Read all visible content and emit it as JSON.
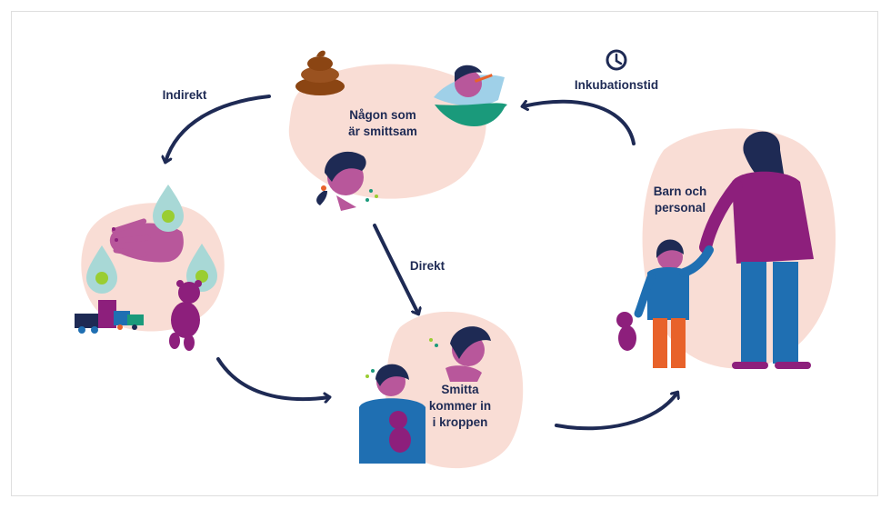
{
  "labels": {
    "source_line1": "Någon som",
    "source_line2": "är smittsam",
    "indirect": "Indirekt",
    "direct": "Direkt",
    "incubation": "Inkubationstid",
    "entry_line1": "Smitta",
    "entry_line2": "kommer in",
    "entry_line3": "i kroppen",
    "host_line1": "Barn och",
    "host_line2": "personal"
  },
  "colors": {
    "blob": "#f9ddd5",
    "arrow": "#1e2a54",
    "skin": "#b8579b",
    "hair": "#1e2a54",
    "purple": "#8d1f7c",
    "blue": "#1f6fb2",
    "orange": "#e8622a",
    "teal": "#1a9a7b",
    "poop": "#8b4513",
    "germ": "#9acd32",
    "drop": "#a8d8d6"
  },
  "icons": [
    "clock-icon",
    "poop-icon",
    "germ-drop-icon",
    "teddy-bear-icon",
    "toy-truck-icon"
  ]
}
